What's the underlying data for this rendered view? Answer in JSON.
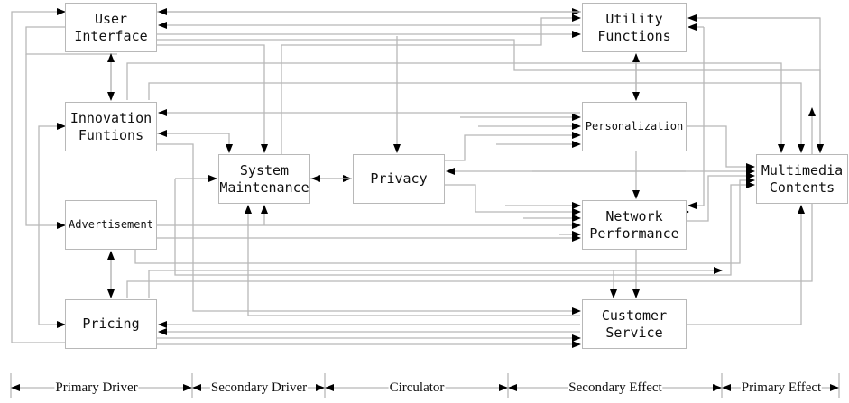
{
  "diagram": {
    "type": "causal-flow-diagram",
    "nodes": [
      {
        "id": "user_interface",
        "label": "User\nInterface",
        "group": "Primary Driver"
      },
      {
        "id": "innovation_funtions",
        "label": "Innovation\nFuntions",
        "group": "Primary Driver"
      },
      {
        "id": "advertisement",
        "label": "Advertisement",
        "group": "Primary Driver"
      },
      {
        "id": "pricing",
        "label": "Pricing",
        "group": "Primary Driver"
      },
      {
        "id": "system_maintenance",
        "label": "System\nMaintenance",
        "group": "Secondary Driver"
      },
      {
        "id": "privacy",
        "label": "Privacy",
        "group": "Circulator"
      },
      {
        "id": "utility_functions",
        "label": "Utility\nFunctions",
        "group": "Secondary Effect"
      },
      {
        "id": "personalization",
        "label": "Personalization",
        "group": "Secondary Effect"
      },
      {
        "id": "network_performance",
        "label": "Network\nPerformance",
        "group": "Secondary Effect"
      },
      {
        "id": "customer_service",
        "label": "Customer\nService",
        "group": "Secondary Effect"
      },
      {
        "id": "multimedia_contents",
        "label": "Multimedia\nContents",
        "group": "Primary Effect"
      }
    ],
    "bands": [
      {
        "label": "Primary Driver"
      },
      {
        "label": "Secondary Driver"
      },
      {
        "label": "Circulator"
      },
      {
        "label": "Secondary Effect"
      },
      {
        "label": "Primary Effect"
      }
    ],
    "colors": {
      "line": "#b8b8b8",
      "arrow": "#000000",
      "text": "#111111"
    }
  }
}
